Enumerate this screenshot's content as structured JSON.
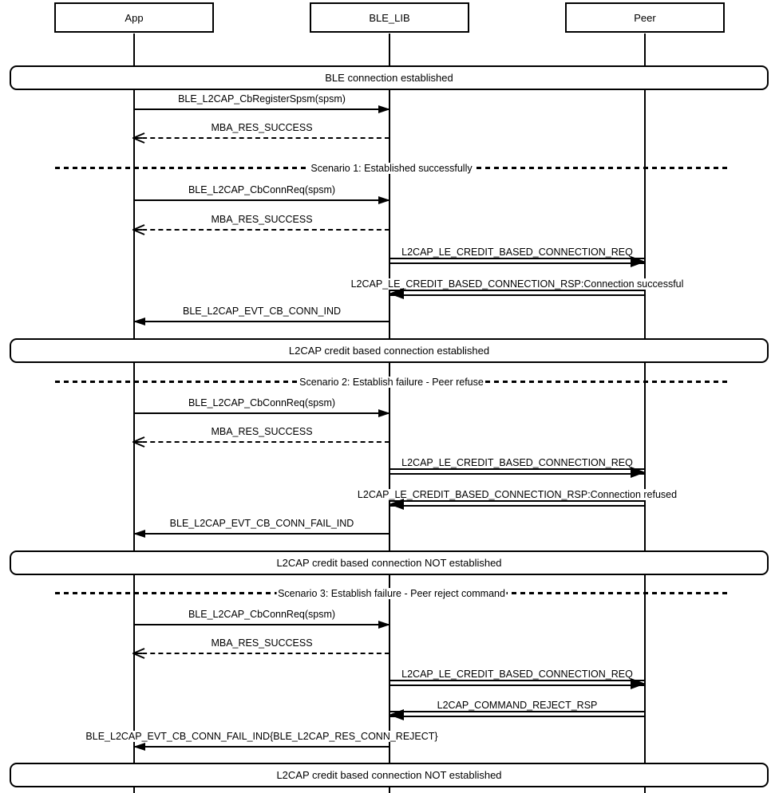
{
  "colors": {
    "stroke": "#000000",
    "background": "#ffffff"
  },
  "participants": [
    {
      "name": "App"
    },
    {
      "name": "BLE_LIB"
    },
    {
      "name": "Peer"
    }
  ],
  "banners": [
    {
      "label": "BLE connection established"
    },
    {
      "label": "L2CAP credit based connection established"
    },
    {
      "label": "L2CAP credit based connection NOT established"
    },
    {
      "label": "L2CAP credit based connection NOT established"
    }
  ],
  "dividers": [
    {
      "label": "Scenario 1: Established successfully"
    },
    {
      "label": "Scenario 2: Establish failure - Peer refuse"
    },
    {
      "label": "Scenario 3: Establish failure - Peer reject command"
    }
  ],
  "messages": [
    {
      "label": "BLE_L2CAP_CbRegisterSpsm(spsm)",
      "from": "App",
      "to": "BLE_LIB",
      "style": "solid"
    },
    {
      "label": "MBA_RES_SUCCESS",
      "from": "BLE_LIB",
      "to": "App",
      "style": "dashed"
    },
    {
      "label": "BLE_L2CAP_CbConnReq(spsm)",
      "from": "App",
      "to": "BLE_LIB",
      "style": "solid"
    },
    {
      "label": "MBA_RES_SUCCESS",
      "from": "BLE_LIB",
      "to": "App",
      "style": "dashed"
    },
    {
      "label": "L2CAP_LE_CREDIT_BASED_CONNECTION_REQ",
      "from": "BLE_LIB",
      "to": "Peer",
      "style": "solid"
    },
    {
      "label": "L2CAP_LE_CREDIT_BASED_CONNECTION_RSP:Connection successful",
      "from": "Peer",
      "to": "BLE_LIB",
      "style": "solid"
    },
    {
      "label": "BLE_L2CAP_EVT_CB_CONN_IND",
      "from": "BLE_LIB",
      "to": "App",
      "style": "solid"
    },
    {
      "label": "BLE_L2CAP_CbConnReq(spsm)",
      "from": "App",
      "to": "BLE_LIB",
      "style": "solid"
    },
    {
      "label": "MBA_RES_SUCCESS",
      "from": "BLE_LIB",
      "to": "App",
      "style": "dashed"
    },
    {
      "label": "L2CAP_LE_CREDIT_BASED_CONNECTION_REQ",
      "from": "BLE_LIB",
      "to": "Peer",
      "style": "solid"
    },
    {
      "label": "L2CAP_LE_CREDIT_BASED_CONNECTION_RSP:Connection refused",
      "from": "Peer",
      "to": "BLE_LIB",
      "style": "solid"
    },
    {
      "label": "BLE_L2CAP_EVT_CB_CONN_FAIL_IND",
      "from": "BLE_LIB",
      "to": "App",
      "style": "solid"
    },
    {
      "label": "BLE_L2CAP_CbConnReq(spsm)",
      "from": "App",
      "to": "BLE_LIB",
      "style": "solid"
    },
    {
      "label": "MBA_RES_SUCCESS",
      "from": "BLE_LIB",
      "to": "App",
      "style": "dashed"
    },
    {
      "label": "L2CAP_LE_CREDIT_BASED_CONNECTION_REQ",
      "from": "BLE_LIB",
      "to": "Peer",
      "style": "solid"
    },
    {
      "label": "L2CAP_COMMAND_REJECT_RSP",
      "from": "Peer",
      "to": "BLE_LIB",
      "style": "solid"
    },
    {
      "label": "BLE_L2CAP_EVT_CB_CONN_FAIL_IND{BLE_L2CAP_RES_CONN_REJECT}",
      "from": "BLE_LIB",
      "to": "App",
      "style": "solid"
    }
  ]
}
